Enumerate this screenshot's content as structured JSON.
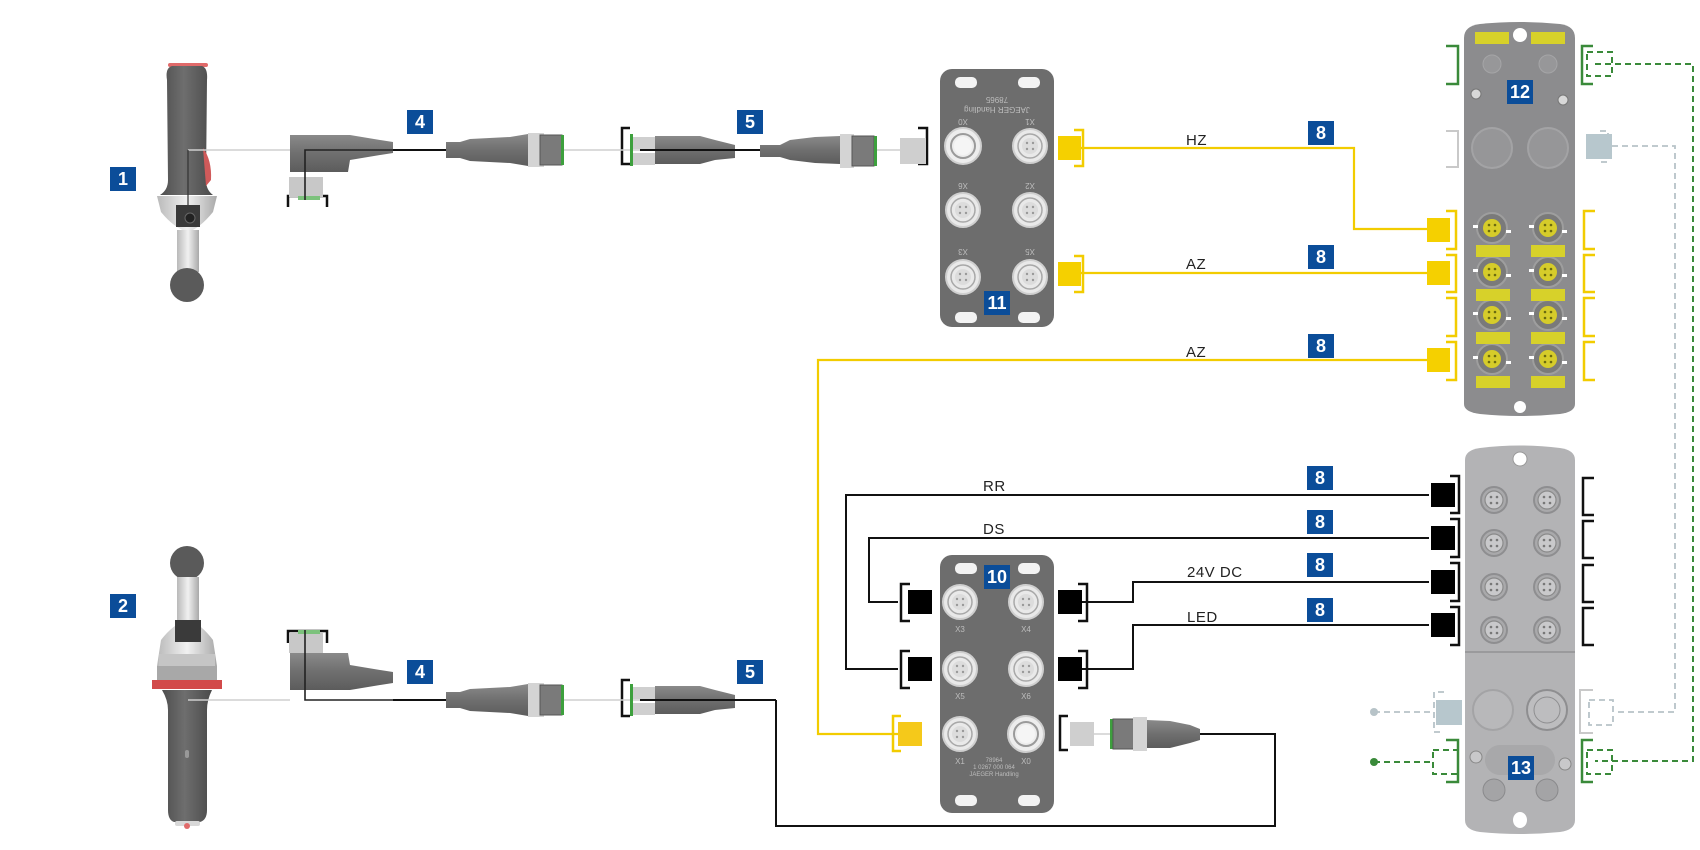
{
  "diagram": {
    "title": "Handle wiring diagram",
    "colors": {
      "badge": "#0b4d99",
      "signal_yellow": "#f2cc00",
      "black_wire": "#111111",
      "dashed_green": "#3a8a3a",
      "dashed_grey": "#b7c3c8",
      "housing_dark": "#6b6b6b",
      "housing_light": "#b5b5b7"
    },
    "components": [
      {
        "id": "1",
        "label": "1",
        "name": "Handle (top)"
      },
      {
        "id": "2",
        "label": "2",
        "name": "Handle (bottom)"
      },
      {
        "id": "4a",
        "label": "4",
        "name": "Angled cable (top)"
      },
      {
        "id": "4b",
        "label": "4",
        "name": "Angled cable (bottom)"
      },
      {
        "id": "5a",
        "label": "5",
        "name": "Extension cable (top)"
      },
      {
        "id": "5b",
        "label": "5",
        "name": "Extension cable (bottom)"
      },
      {
        "id": "10",
        "label": "10",
        "name": "Distributor box 10"
      },
      {
        "id": "11",
        "label": "11",
        "name": "Distributor box 11"
      },
      {
        "id": "12",
        "label": "12",
        "name": "I/O module 12"
      },
      {
        "id": "13",
        "label": "13",
        "name": "I/O module 13"
      }
    ],
    "box11": {
      "brand": "JAEGER Handling",
      "part": "78965",
      "ports": [
        "X0",
        "X1",
        "X6",
        "X2",
        "X3",
        "X5"
      ]
    },
    "box10": {
      "ports": [
        "X3",
        "X4",
        "X5",
        "X6",
        "X1",
        "X0"
      ],
      "part": "78964",
      "part_number": "1 0267 000 064",
      "brand": "JAEGER Handling"
    },
    "wires": [
      {
        "label": "HZ",
        "badge": "8",
        "color": "yellow"
      },
      {
        "label": "AZ",
        "badge": "8",
        "color": "yellow"
      },
      {
        "label": "AZ",
        "badge": "8",
        "color": "yellow"
      },
      {
        "label": "RR",
        "badge": "8",
        "color": "black"
      },
      {
        "label": "DS",
        "badge": "8",
        "color": "black"
      },
      {
        "label": "24V DC",
        "badge": "8",
        "color": "black"
      },
      {
        "label": "LED",
        "badge": "8",
        "color": "black"
      }
    ]
  }
}
